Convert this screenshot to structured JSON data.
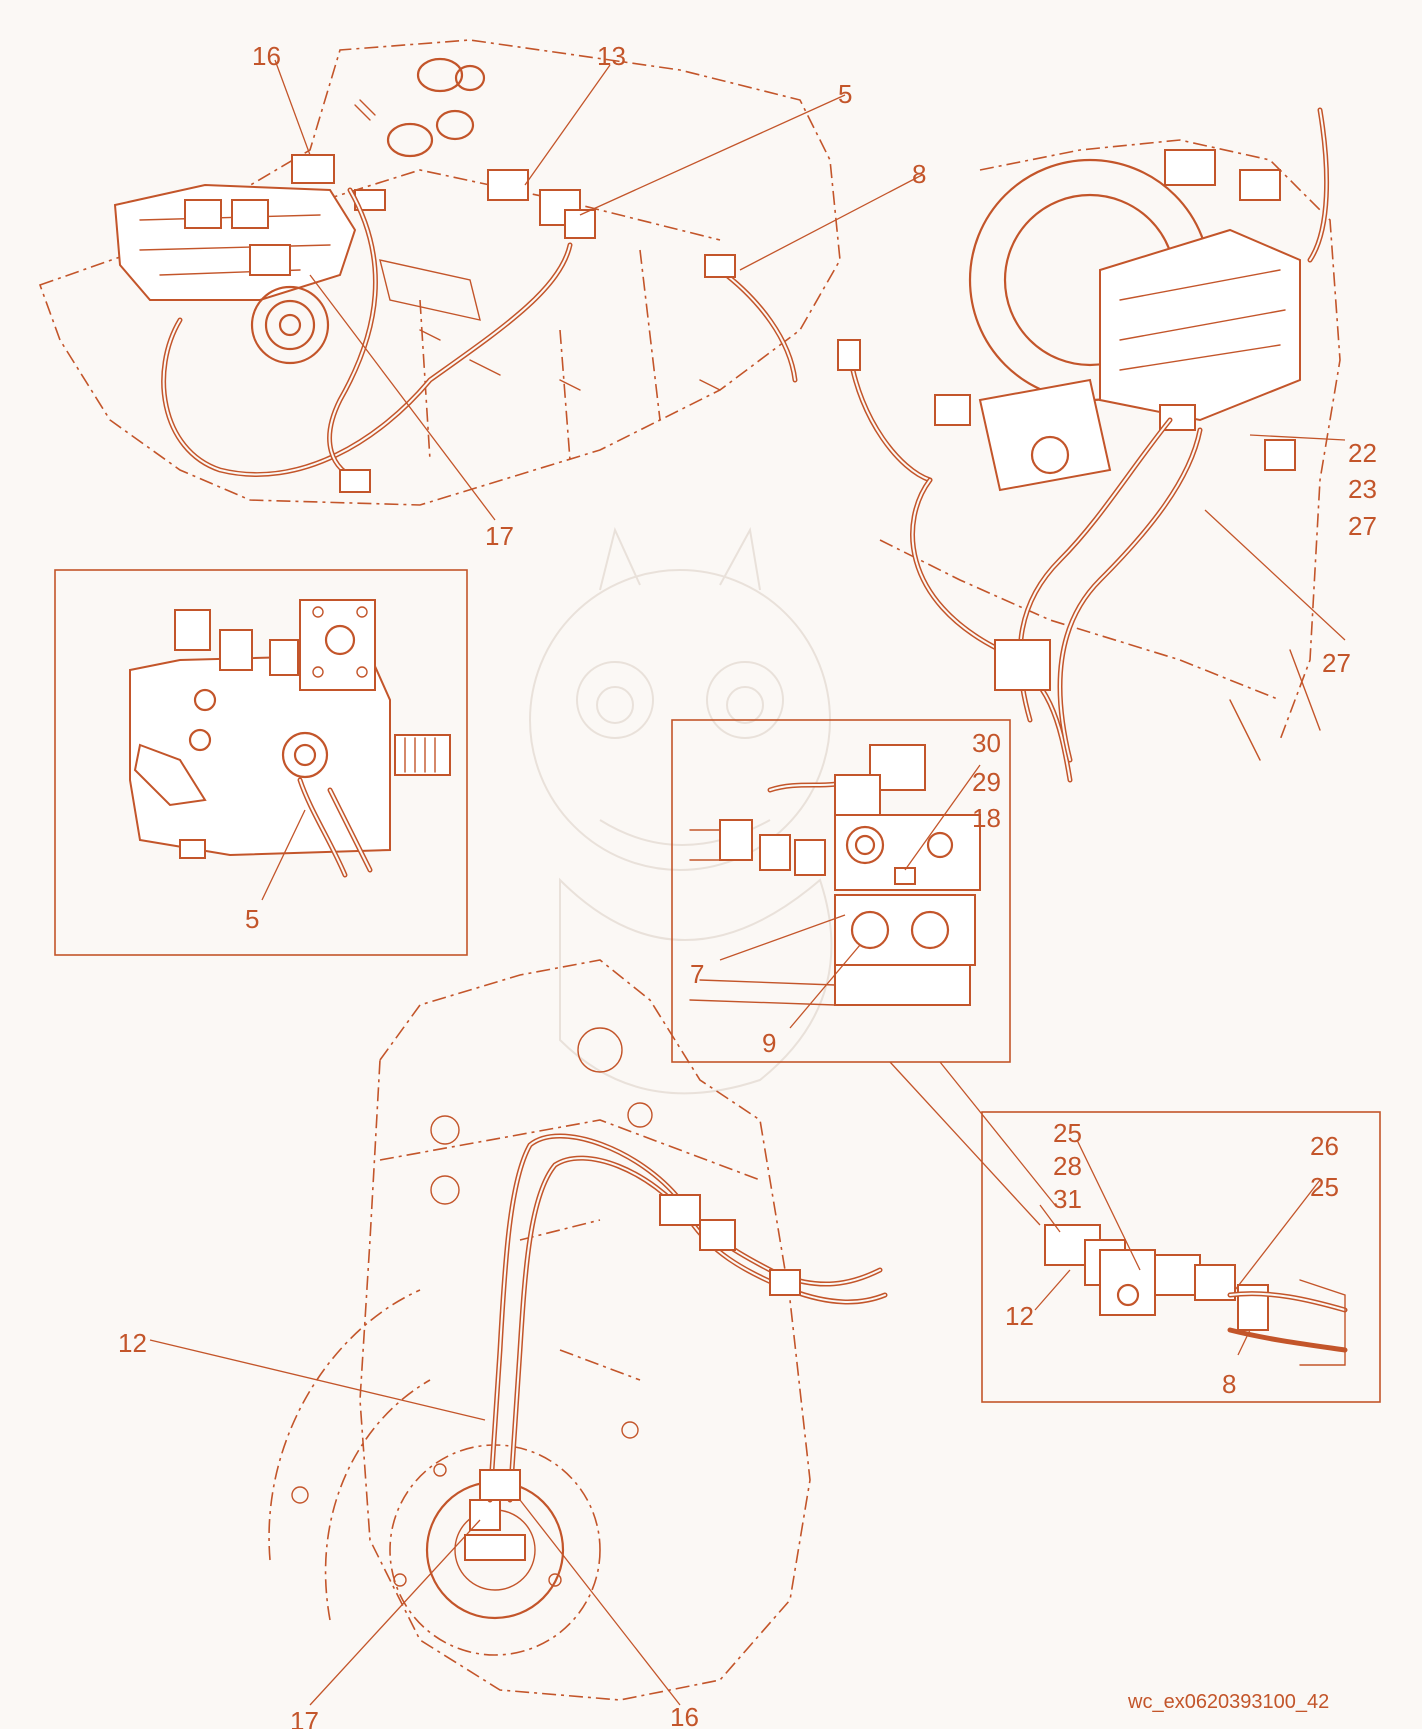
{
  "colors": {
    "ink": "#c3552a",
    "paper": "#fbf8f5",
    "watermark": "#e9e1da"
  },
  "drawing_code": "wc_ex0620393100_42",
  "views": {
    "top_left": {
      "callouts": [
        "16",
        "13",
        "5",
        "8",
        "17"
      ]
    },
    "top_right": {
      "callouts": [
        "22",
        "23",
        "27",
        "27"
      ]
    },
    "inset_valve": {
      "callouts": [
        "5"
      ]
    },
    "inset_manifold": {
      "callouts": [
        "30",
        "29",
        "18",
        "7",
        "9"
      ]
    },
    "bottom": {
      "callouts": [
        "12",
        "17",
        "16"
      ]
    },
    "inset_fittings": {
      "callouts": [
        "25",
        "28",
        "31",
        "26",
        "25",
        "12",
        "8"
      ]
    }
  },
  "watermark_icon": "dragon-mascot-icon"
}
